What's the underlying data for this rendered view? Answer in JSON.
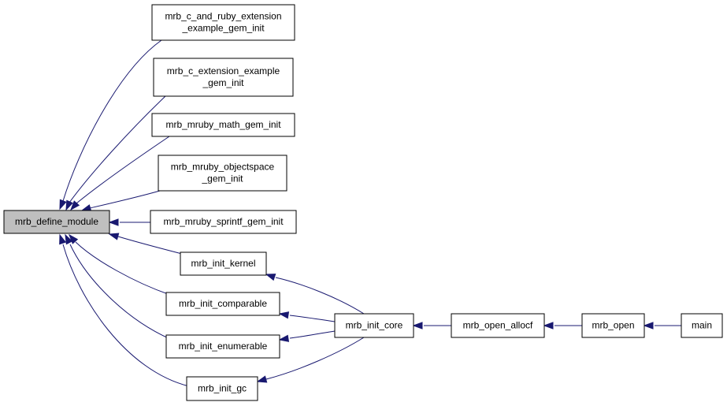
{
  "graph": {
    "title": "",
    "edge_color": "#191970",
    "root_fill": "#bfbfbf",
    "nodes": [
      {
        "id": "mrb_define_module",
        "lines": [
          "mrb_define_module"
        ],
        "root": true
      },
      {
        "id": "c_and_ruby",
        "lines": [
          "mrb_c_and_ruby_extension",
          "_example_gem_init"
        ]
      },
      {
        "id": "c_ext",
        "lines": [
          "mrb_c_extension_example",
          "_gem_init"
        ]
      },
      {
        "id": "math",
        "lines": [
          "mrb_mruby_math_gem_init"
        ]
      },
      {
        "id": "objectspace",
        "lines": [
          "mrb_mruby_objectspace",
          "_gem_init"
        ]
      },
      {
        "id": "sprintf",
        "lines": [
          "mrb_mruby_sprintf_gem_init"
        ]
      },
      {
        "id": "init_kernel",
        "lines": [
          "mrb_init_kernel"
        ]
      },
      {
        "id": "init_comparable",
        "lines": [
          "mrb_init_comparable"
        ]
      },
      {
        "id": "init_enumerable",
        "lines": [
          "mrb_init_enumerable"
        ]
      },
      {
        "id": "init_gc",
        "lines": [
          "mrb_init_gc"
        ]
      },
      {
        "id": "init_core",
        "lines": [
          "mrb_init_core"
        ]
      },
      {
        "id": "open_allocf",
        "lines": [
          "mrb_open_allocf"
        ]
      },
      {
        "id": "open",
        "lines": [
          "mrb_open"
        ]
      },
      {
        "id": "main",
        "lines": [
          "main"
        ]
      }
    ],
    "edges": [
      {
        "from": "c_and_ruby",
        "to": "mrb_define_module"
      },
      {
        "from": "c_ext",
        "to": "mrb_define_module"
      },
      {
        "from": "math",
        "to": "mrb_define_module"
      },
      {
        "from": "objectspace",
        "to": "mrb_define_module"
      },
      {
        "from": "sprintf",
        "to": "mrb_define_module"
      },
      {
        "from": "init_kernel",
        "to": "mrb_define_module"
      },
      {
        "from": "init_comparable",
        "to": "mrb_define_module"
      },
      {
        "from": "init_enumerable",
        "to": "mrb_define_module"
      },
      {
        "from": "init_gc",
        "to": "mrb_define_module"
      },
      {
        "from": "init_core",
        "to": "init_kernel"
      },
      {
        "from": "init_core",
        "to": "init_comparable"
      },
      {
        "from": "init_core",
        "to": "init_enumerable"
      },
      {
        "from": "init_core",
        "to": "init_gc"
      },
      {
        "from": "open_allocf",
        "to": "init_core"
      },
      {
        "from": "open",
        "to": "open_allocf"
      },
      {
        "from": "main",
        "to": "open"
      }
    ]
  }
}
